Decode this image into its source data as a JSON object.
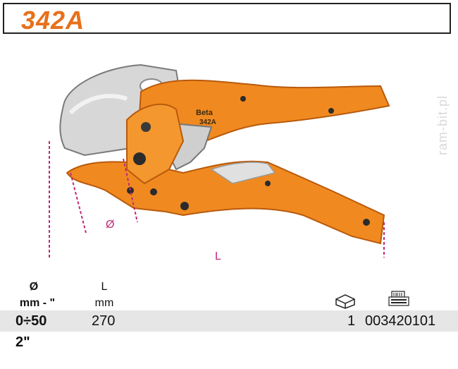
{
  "title": "342A",
  "watermark": "ram-bit.pl",
  "dimensions": {
    "diameter_label": "Ø",
    "length_label": "L"
  },
  "specs": {
    "headers": {
      "diameter_symbol": "Ø",
      "diameter_unit": "mm - \"",
      "length_symbol": "L",
      "length_unit": "mm"
    },
    "row": {
      "diameter_mm": "0÷50",
      "diameter_in": "2\"",
      "length": "270",
      "quantity": "1",
      "code": "003420101"
    },
    "icons": [
      "package-icon",
      "barcode-printer-icon"
    ]
  },
  "product_marking": {
    "brand": "Beta",
    "model": "342A"
  },
  "colors": {
    "accent": "#e8701a",
    "dimension": "#c0287a",
    "band": "#e6e6e6"
  }
}
